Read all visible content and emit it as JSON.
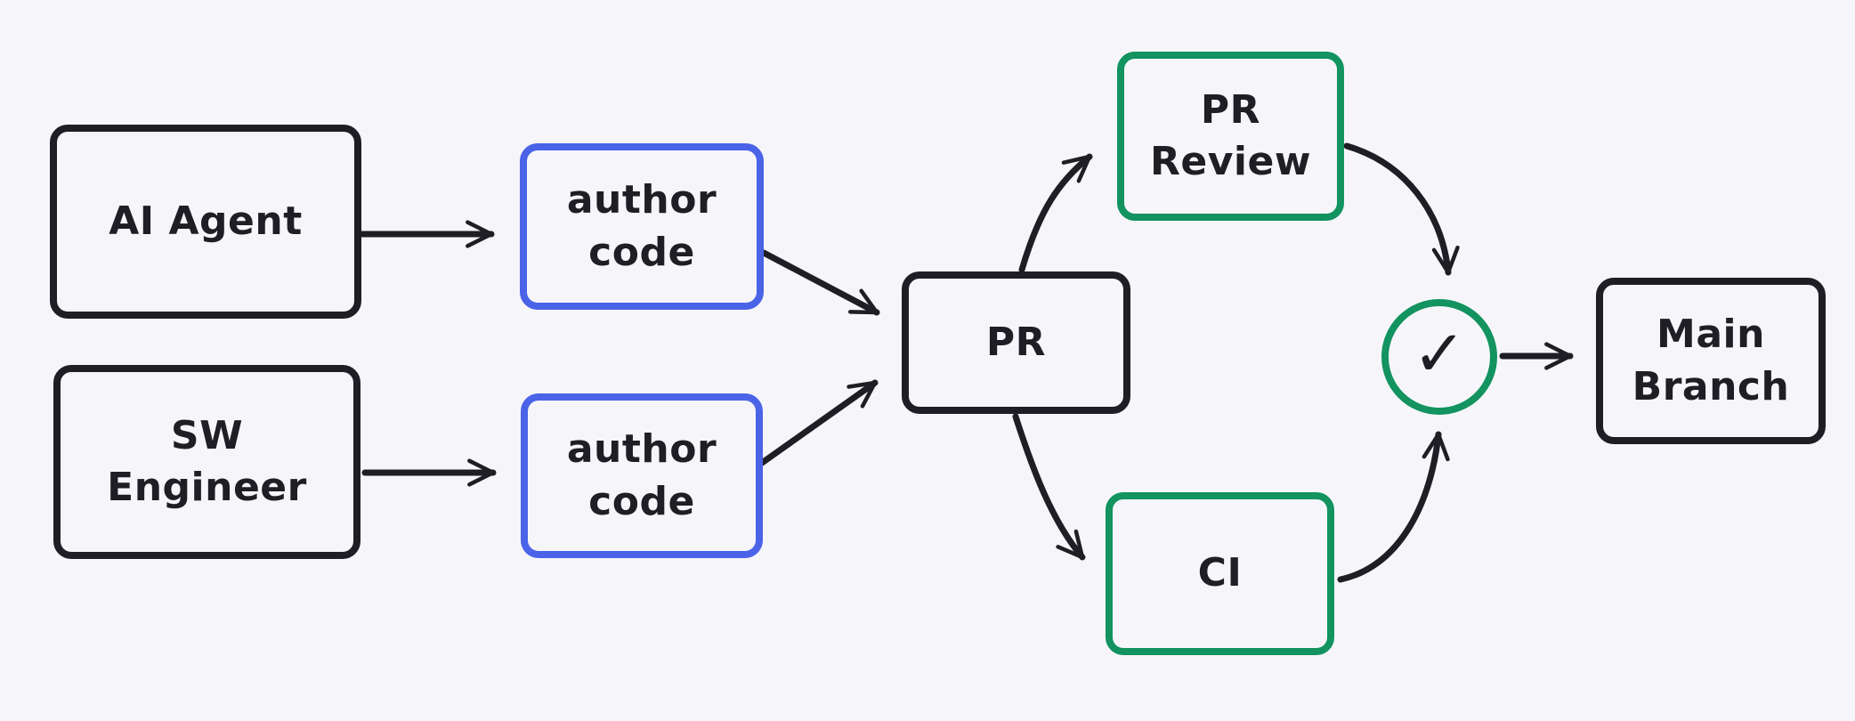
{
  "diagram": {
    "type": "flowchart",
    "background_color": "#f6f6fa",
    "colors": {
      "ink": "#1e1e24",
      "blue_accent": "#4a63e7",
      "green_accent": "#12935f"
    },
    "nodes": {
      "ai_agent": {
        "label": "AI Agent",
        "stroke": "black"
      },
      "sw_engineer": {
        "label": "SW\nEngineer",
        "stroke": "black"
      },
      "author_code_top": {
        "label": "author\ncode",
        "stroke": "blue"
      },
      "author_code_bottom": {
        "label": "author\ncode",
        "stroke": "blue"
      },
      "pr": {
        "label": "PR",
        "stroke": "black"
      },
      "pr_review": {
        "label": "PR\nReview",
        "stroke": "green"
      },
      "ci": {
        "label": "CI",
        "stroke": "green"
      },
      "approval_check": {
        "glyph": "✓",
        "stroke": "green"
      },
      "main_branch": {
        "label": "Main\nBranch",
        "stroke": "black"
      }
    },
    "edges": [
      {
        "from": "AI Agent",
        "to": "author code (top)"
      },
      {
        "from": "SW Engineer",
        "to": "author code (bottom)"
      },
      {
        "from": "author code (top)",
        "to": "PR"
      },
      {
        "from": "author code (bottom)",
        "to": "PR"
      },
      {
        "from": "PR",
        "to": "PR Review"
      },
      {
        "from": "PR",
        "to": "CI"
      },
      {
        "from": "PR Review",
        "to": "approval check"
      },
      {
        "from": "CI",
        "to": "approval check"
      },
      {
        "from": "approval check",
        "to": "Main Branch"
      }
    ]
  }
}
